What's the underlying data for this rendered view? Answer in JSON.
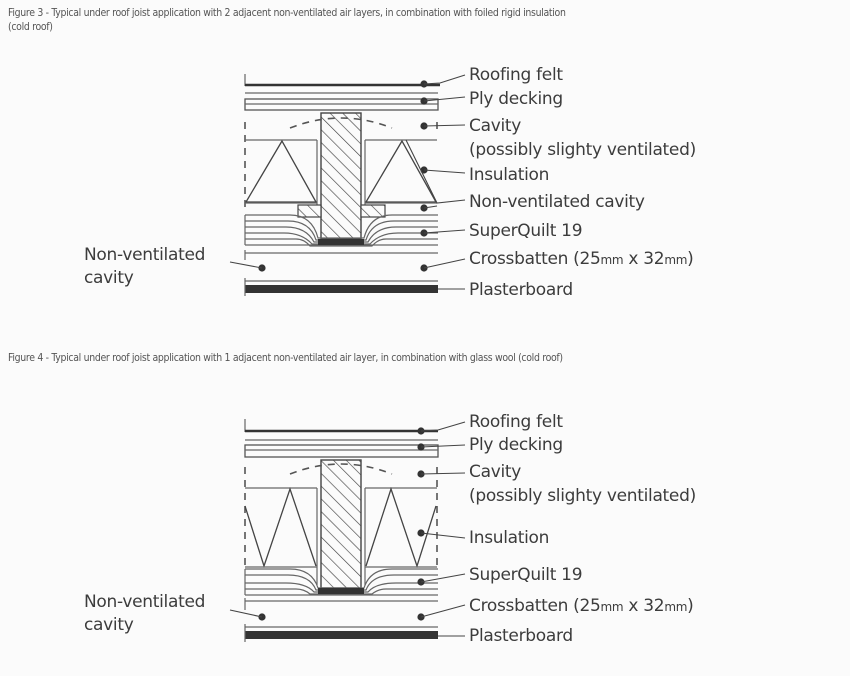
{
  "figures": [
    {
      "caption_line1": "Figure 3 - Typical under roof joist application with 2 adjacent non-ventilated air layers, in combination  with foiled rigid insulation",
      "caption_line2": "(cold roof)",
      "insulation_style": "triangles",
      "labels": {
        "roofing_felt": "Roofing felt",
        "ply_decking": "Ply decking",
        "cavity": "Cavity",
        "cavity_note": "(possibly slighty ventilated)",
        "insulation": "Insulation",
        "non_ventilated_cavity": "Non-ventilated cavity",
        "superquilt": "SuperQuilt 19",
        "crossbatten_a": "Crossbatten (25",
        "crossbatten_mm1": "mm",
        "crossbatten_b": " x 32",
        "crossbatten_mm2": "mm",
        "crossbatten_c": ")",
        "plasterboard": "Plasterboard",
        "left_cavity_line1": "Non-ventilated",
        "left_cavity_line2": "cavity"
      }
    },
    {
      "caption_line1": "Figure 4 - Typical under roof joist application with 1 adjacent non-ventilated air layer, in combination  with glass wool (cold roof)",
      "insulation_style": "zigzag",
      "labels": {
        "roofing_felt": "Roofing felt",
        "ply_decking": "Ply decking",
        "cavity": "Cavity",
        "cavity_note": "(possibly slighty ventilated)",
        "insulation": "Insulation",
        "superquilt": "SuperQuilt 19",
        "crossbatten_a": "Crossbatten (25",
        "crossbatten_mm1": "mm",
        "crossbatten_b": " x 32",
        "crossbatten_mm2": "mm",
        "crossbatten_c": ")",
        "plasterboard": "Plasterboard",
        "left_cavity_line1": "Non-ventilated",
        "left_cavity_line2": "cavity"
      }
    }
  ]
}
